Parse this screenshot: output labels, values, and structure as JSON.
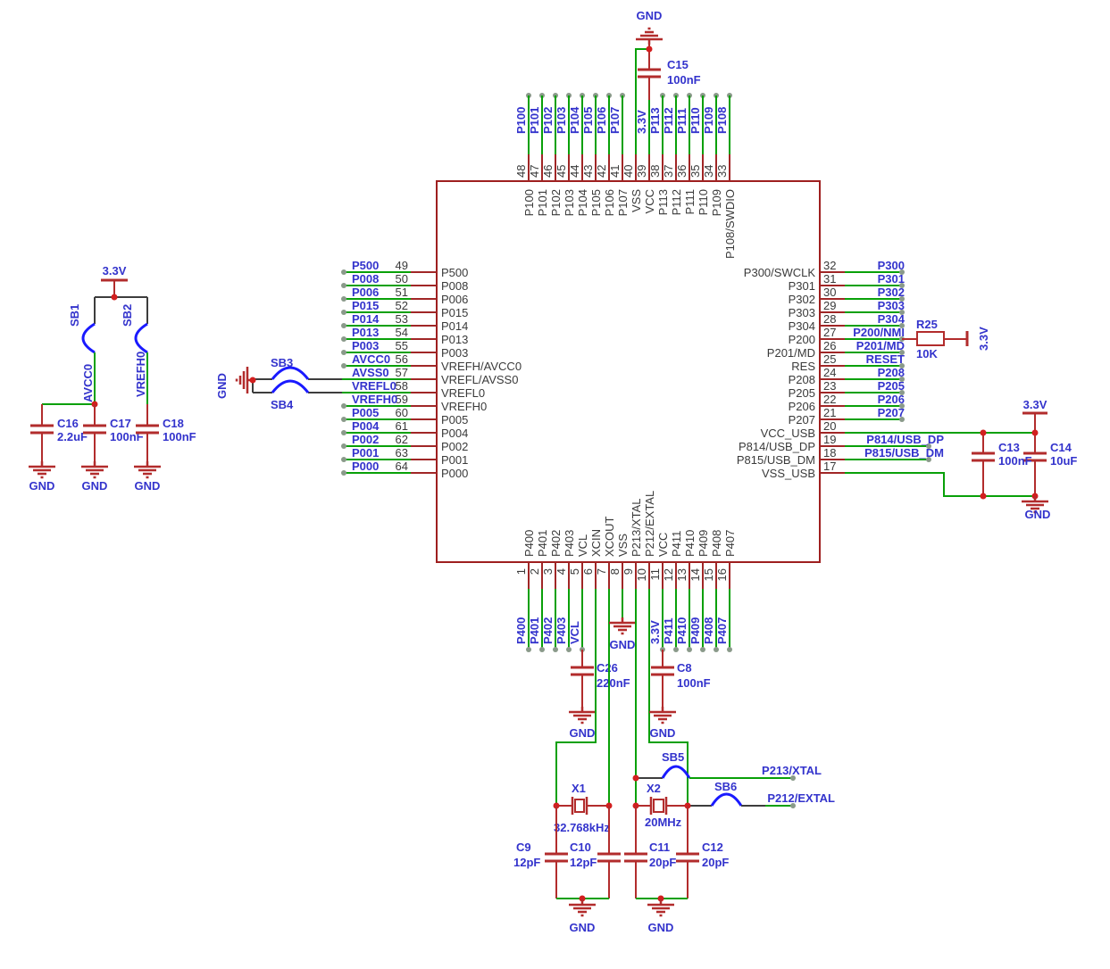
{
  "schematic": {
    "power_nets": {
      "gnd": "GND",
      "v33": "3.3V"
    },
    "mcu": {
      "top_pins": [
        {
          "num": "48",
          "name": "P100",
          "label": "P100"
        },
        {
          "num": "47",
          "name": "P101",
          "label": "P101"
        },
        {
          "num": "46",
          "name": "P102",
          "label": "P102"
        },
        {
          "num": "45",
          "name": "P103",
          "label": "P103"
        },
        {
          "num": "44",
          "name": "P104",
          "label": "P104"
        },
        {
          "num": "43",
          "name": "P105",
          "label": "P105"
        },
        {
          "num": "42",
          "name": "P106",
          "label": "P106"
        },
        {
          "num": "41",
          "name": "P107",
          "label": "P107"
        },
        {
          "num": "40",
          "name": "VSS",
          "label": ""
        },
        {
          "num": "39",
          "name": "VCC",
          "label": "3.3V"
        },
        {
          "num": "38",
          "name": "P113",
          "label": "P113"
        },
        {
          "num": "37",
          "name": "P112",
          "label": "P112"
        },
        {
          "num": "36",
          "name": "P111",
          "label": "P111"
        },
        {
          "num": "35",
          "name": "P110",
          "label": "P110"
        },
        {
          "num": "34",
          "name": "P109",
          "label": "P109"
        },
        {
          "num": "33",
          "name": "P108/SWDIO",
          "label": "P108"
        }
      ],
      "left_pins": [
        {
          "num": "49",
          "name": "P500",
          "label": "P500"
        },
        {
          "num": "50",
          "name": "P008",
          "label": "P008"
        },
        {
          "num": "51",
          "name": "P006",
          "label": "P006"
        },
        {
          "num": "52",
          "name": "P015",
          "label": "P015"
        },
        {
          "num": "53",
          "name": "P014",
          "label": "P014"
        },
        {
          "num": "54",
          "name": "P013",
          "label": "P013"
        },
        {
          "num": "55",
          "name": "P003",
          "label": "P003"
        },
        {
          "num": "56",
          "name": "VREFH/AVCC0",
          "label": "AVCC0"
        },
        {
          "num": "57",
          "name": "VREFL/AVSS0",
          "label": "AVSS0"
        },
        {
          "num": "58",
          "name": "VREFL0",
          "label": "VREFL0"
        },
        {
          "num": "59",
          "name": "VREFH0",
          "label": "VREFH0"
        },
        {
          "num": "60",
          "name": "P005",
          "label": "P005"
        },
        {
          "num": "61",
          "name": "P004",
          "label": "P004"
        },
        {
          "num": "62",
          "name": "P002",
          "label": "P002"
        },
        {
          "num": "63",
          "name": "P001",
          "label": "P001"
        },
        {
          "num": "64",
          "name": "P000",
          "label": "P000"
        }
      ],
      "right_pins": [
        {
          "num": "32",
          "name": "P300/SWCLK",
          "label": "P300"
        },
        {
          "num": "31",
          "name": "P301",
          "label": "P301"
        },
        {
          "num": "30",
          "name": "P302",
          "label": "P302"
        },
        {
          "num": "29",
          "name": "P303",
          "label": "P303"
        },
        {
          "num": "28",
          "name": "P304",
          "label": "P304"
        },
        {
          "num": "27",
          "name": "P200",
          "label": "P200/NMI"
        },
        {
          "num": "26",
          "name": "P201/MD",
          "label": "P201/MD"
        },
        {
          "num": "25",
          "name": "RES",
          "label": "RESET"
        },
        {
          "num": "24",
          "name": "P208",
          "label": "P208"
        },
        {
          "num": "23",
          "name": "P205",
          "label": "P205"
        },
        {
          "num": "22",
          "name": "P206",
          "label": "P206"
        },
        {
          "num": "21",
          "name": "P207",
          "label": "P207"
        },
        {
          "num": "20",
          "name": "VCC_USB",
          "label": ""
        },
        {
          "num": "19",
          "name": "P814/USB_DP",
          "label": "P814/USB_DP"
        },
        {
          "num": "18",
          "name": "P815/USB_DM",
          "label": "P815/USB_DM"
        },
        {
          "num": "17",
          "name": "VSS_USB",
          "label": ""
        }
      ],
      "bottom_pins": [
        {
          "num": "1",
          "name": "P400",
          "label": "P400"
        },
        {
          "num": "2",
          "name": "P401",
          "label": "P401"
        },
        {
          "num": "3",
          "name": "P402",
          "label": "P402"
        },
        {
          "num": "4",
          "name": "P403",
          "label": "P403"
        },
        {
          "num": "5",
          "name": "VCL",
          "label": "VCL"
        },
        {
          "num": "6",
          "name": "XCIN",
          "label": ""
        },
        {
          "num": "7",
          "name": "XCOUT",
          "label": ""
        },
        {
          "num": "8",
          "name": "VSS",
          "label": ""
        },
        {
          "num": "9",
          "name": "P213/XTAL",
          "label": ""
        },
        {
          "num": "10",
          "name": "P212/EXTAL",
          "label": ""
        },
        {
          "num": "11",
          "name": "VCC",
          "label": "3.3V"
        },
        {
          "num": "12",
          "name": "P411",
          "label": "P411"
        },
        {
          "num": "13",
          "name": "P410",
          "label": "P410"
        },
        {
          "num": "14",
          "name": "P409",
          "label": "P409"
        },
        {
          "num": "15",
          "name": "P408",
          "label": "P408"
        },
        {
          "num": "16",
          "name": "P407",
          "label": "P407"
        }
      ]
    },
    "components": {
      "c15": {
        "ref": "C15",
        "value": "100nF"
      },
      "c16": {
        "ref": "C16",
        "value": "2.2uF"
      },
      "c17": {
        "ref": "C17",
        "value": "100nF"
      },
      "c18": {
        "ref": "C18",
        "value": "100nF"
      },
      "c26": {
        "ref": "C26",
        "value": "220nF"
      },
      "c8": {
        "ref": "C8",
        "value": "100nF"
      },
      "c9": {
        "ref": "C9",
        "value": "12pF"
      },
      "c10": {
        "ref": "C10",
        "value": "12pF"
      },
      "c11": {
        "ref": "C11",
        "value": "20pF"
      },
      "c12": {
        "ref": "C12",
        "value": "20pF"
      },
      "c13": {
        "ref": "C13",
        "value": "100nF"
      },
      "c14": {
        "ref": "C14",
        "value": "10uF"
      },
      "r25": {
        "ref": "R25",
        "value": "10K"
      },
      "x1": {
        "ref": "X1",
        "value": "32.768kHz"
      },
      "x2": {
        "ref": "X2",
        "value": "20MHz"
      },
      "sb1": "SB1",
      "sb2": "SB2",
      "sb3": "SB3",
      "sb4": "SB4",
      "sb5": "SB5",
      "sb6": "SB6"
    },
    "net_labels": {
      "avcc0": "AVCC0",
      "vrefh0": "VREFH0",
      "p213": "P213/XTAL",
      "p212": "P212/EXTAL"
    },
    "colors": {
      "wire": "#08a008",
      "dark_wire": "#3d3d3d",
      "pin": "#a02626",
      "chip": "#9e1f1f",
      "component": "#b22c2c",
      "junction": "#d21f1f",
      "endpoint": "#8a9a8a",
      "net_label": "#3333cc",
      "text": "#3a3a3a",
      "solder_bridge": "#1a1aff"
    }
  }
}
